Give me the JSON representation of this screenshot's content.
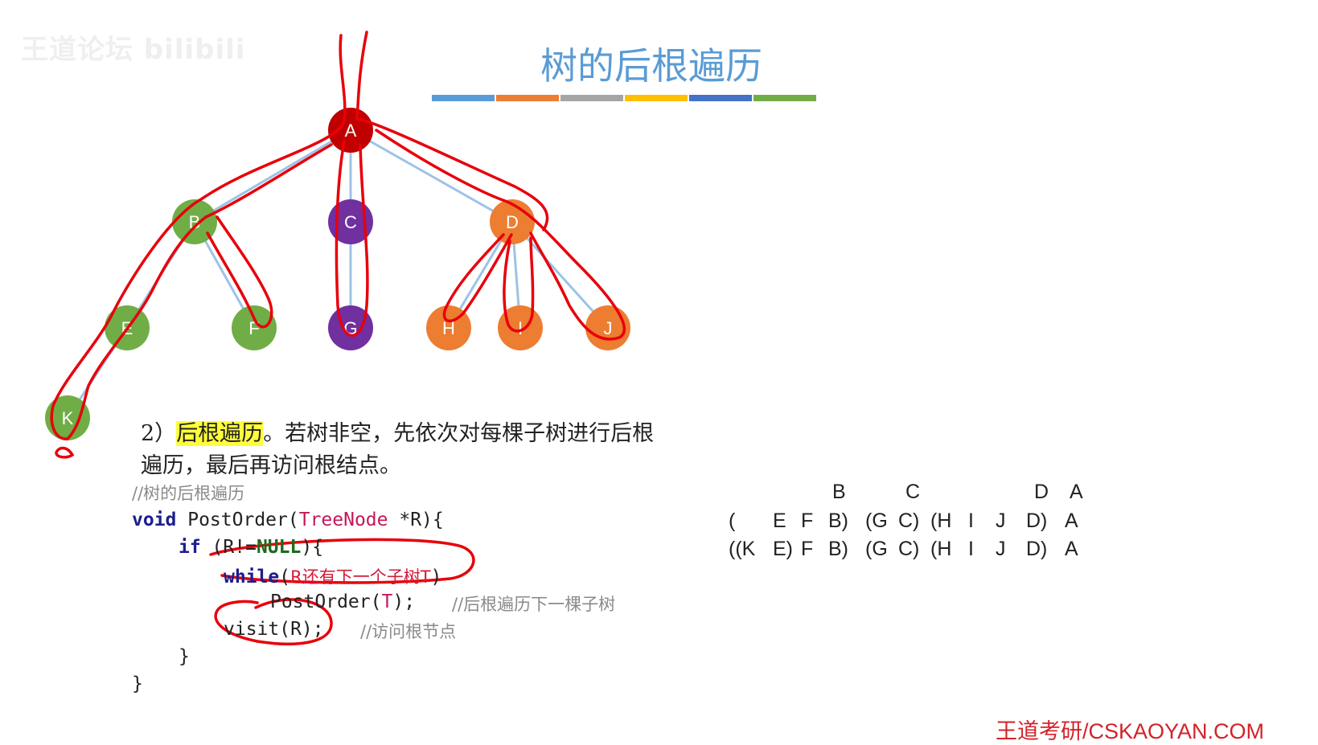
{
  "watermark": "王道论坛 bilibili",
  "title": "树的后根遍历",
  "color_bar": [
    "#5a9bd5",
    "#ed7d31",
    "#a5a5a5",
    "#ffc000",
    "#4472c4",
    "#70ad47"
  ],
  "tree": {
    "nodes": [
      {
        "id": "A",
        "label": "A",
        "color": "#c00000"
      },
      {
        "id": "B",
        "label": "B",
        "color": "#70ad47"
      },
      {
        "id": "C",
        "label": "C",
        "color": "#7030a0"
      },
      {
        "id": "D",
        "label": "D",
        "color": "#ed7d31"
      },
      {
        "id": "E",
        "label": "E",
        "color": "#70ad47"
      },
      {
        "id": "F",
        "label": "F",
        "color": "#70ad47"
      },
      {
        "id": "G",
        "label": "G",
        "color": "#7030a0"
      },
      {
        "id": "H",
        "label": "H",
        "color": "#ed7d31"
      },
      {
        "id": "I",
        "label": "I",
        "color": "#ed7d31"
      },
      {
        "id": "J",
        "label": "J",
        "color": "#ed7d31"
      },
      {
        "id": "K",
        "label": "K",
        "color": "#70ad47"
      }
    ],
    "edges": [
      [
        "A",
        "B"
      ],
      [
        "A",
        "C"
      ],
      [
        "A",
        "D"
      ],
      [
        "B",
        "E"
      ],
      [
        "B",
        "F"
      ],
      [
        "C",
        "G"
      ],
      [
        "D",
        "H"
      ],
      [
        "D",
        "I"
      ],
      [
        "D",
        "J"
      ],
      [
        "E",
        "K"
      ]
    ],
    "edge_color": "#9dc3e6",
    "annotation_color": "#e8000b"
  },
  "description": {
    "prefix": "2）",
    "highlight": "后根遍历",
    "rest": "。若树非空，先依次对每棵子树进行后根遍历，最后再访问根结点。"
  },
  "code": {
    "comment_title": "//树的后根遍历",
    "l1_kw": "void",
    "l1_fn": " PostOrder(",
    "l1_type": "TreeNode",
    "l1_end": " *R){",
    "l2_kw": "if",
    "l2_a": " (R!=",
    "l2_null": "NULL",
    "l2_b": "){",
    "l3_kw": "while",
    "l3_a": "(",
    "l3_cond": "R还有下一个子树T",
    "l3_b": ")",
    "l4_a": "PostOrder(",
    "l4_t": "T",
    "l4_b": ");",
    "l4_comment": "//后根遍历下一棵子树",
    "l5": "visit(R);",
    "l5_comment": "//访问根节点",
    "l6": "}",
    "l7": "}"
  },
  "sequence": {
    "row1": [
      "B",
      "C",
      "D",
      "A"
    ],
    "row2": [
      "(",
      "E",
      "F",
      "B)",
      "(G",
      "C)",
      "(H",
      "I",
      "J",
      "D)",
      "A"
    ],
    "row3": [
      "((K",
      "E)",
      "F",
      "B)",
      "(G",
      "C)",
      "(H",
      "I",
      "J",
      "D)",
      "A"
    ]
  },
  "footer": "王道考研/CSKAOYAN.COM"
}
